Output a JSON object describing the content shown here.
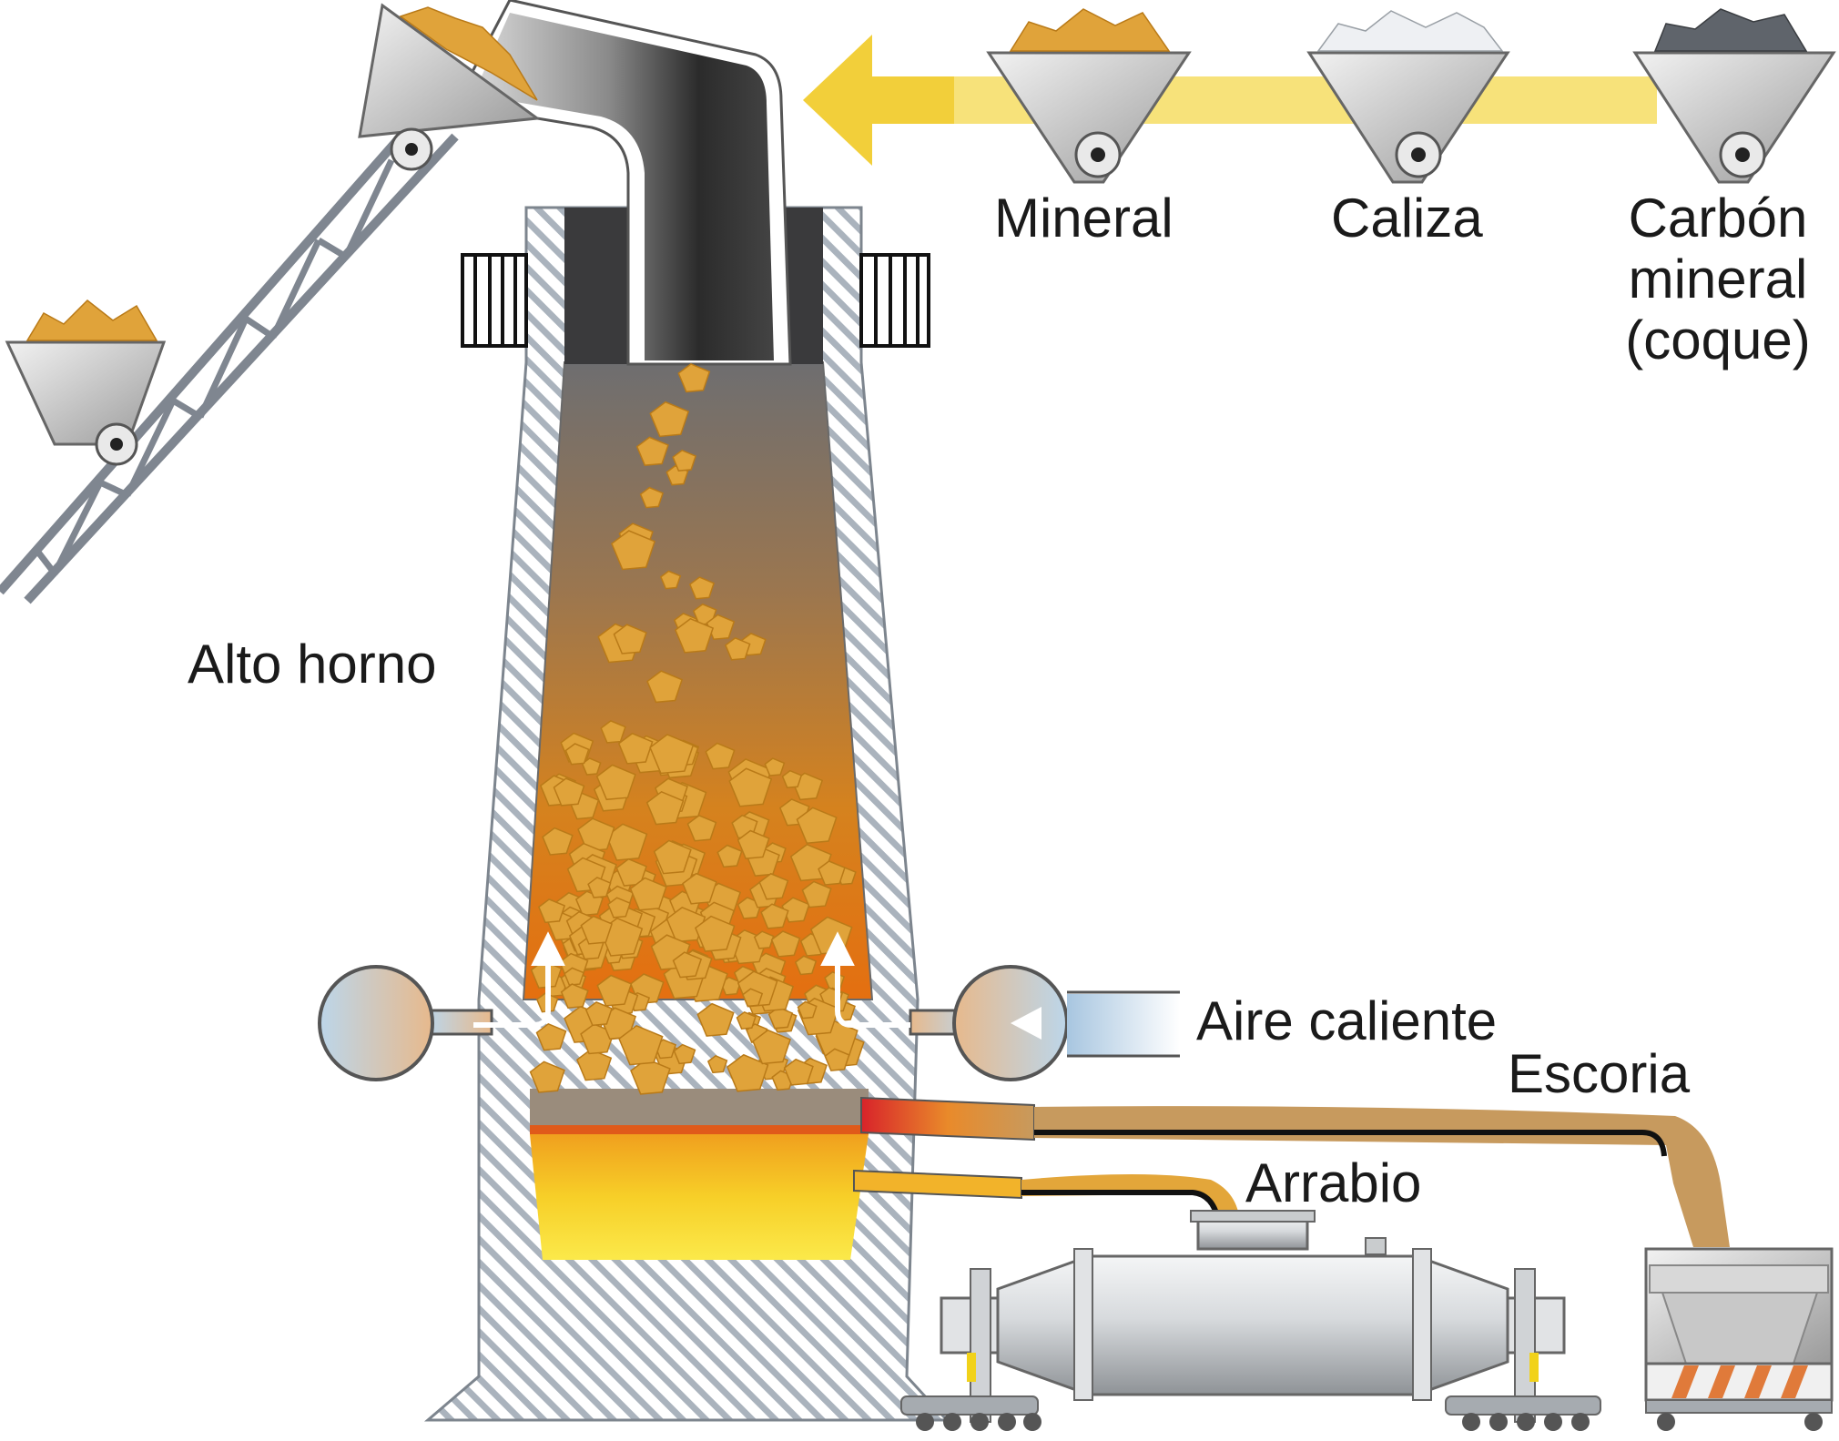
{
  "labels": {
    "blast_furnace": "Alto horno",
    "ore": "Mineral",
    "limestone": "Caliza",
    "coal_line1": "Carbón",
    "coal_line2": "mineral",
    "coal_line3": "(coque)",
    "hot_air": "Aire caliente",
    "slag": "Escoria",
    "pig_iron": "Arrabio"
  },
  "colors": {
    "ore_chunk": "#e0a33a",
    "limestone_chunk": "#eef0f3",
    "coke_chunk": "#5f646b",
    "supply_arrow": "#f7e27a",
    "wall_hatch": "#aab3bd",
    "molten_iron": "#f5d12a",
    "slag_flow": "#c79a5e",
    "hot_zone": "#e07b12",
    "air": "#c9dbea"
  },
  "icons": [
    "conveyor-icon",
    "skip-cart-icon",
    "ore-cart-icon",
    "limestone-cart-icon",
    "coke-cart-icon",
    "torpedo-car-icon",
    "slag-car-icon",
    "hot-air-bustle-icon"
  ]
}
